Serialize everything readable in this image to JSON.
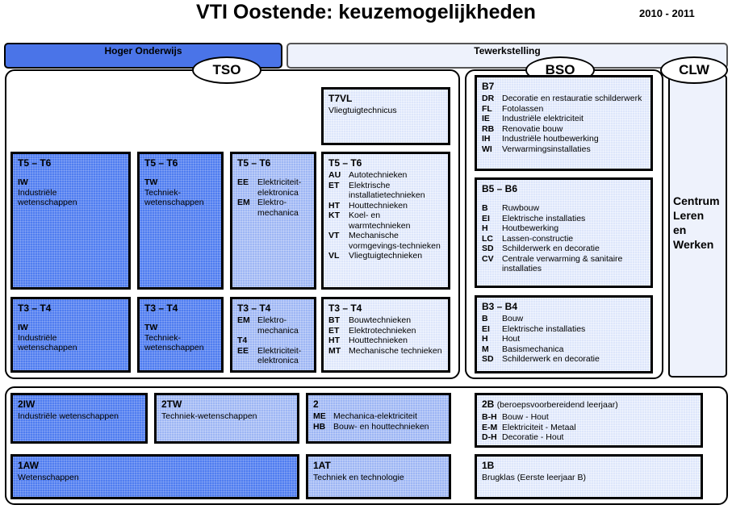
{
  "title": "VTI Oostende: keuzemogelijkheden",
  "year": "2010 - 2011",
  "banners": {
    "hoger_onderwijs": "Hoger Onderwijs",
    "tewerkstelling": "Tewerkstelling"
  },
  "ovals": {
    "tso": "TSO",
    "bso": "BSO",
    "clw": "CLW"
  },
  "clw": {
    "lines": [
      "Centrum",
      "Leren",
      "en",
      "Werken"
    ]
  },
  "colors": {
    "dark": "#4f7df0",
    "medium": "#9db6f4",
    "light": "#dde6fb"
  },
  "tso": {
    "t7vl": {
      "head": "T7VL",
      "text": "Vliegtuigtechnicus"
    },
    "t56_iw": {
      "head": "T5 – T6",
      "code": "IW",
      "desc": "Industriële wetenschappen"
    },
    "t56_tw": {
      "head": "T5 – T6",
      "code": "TW",
      "desc": "Techniek-wetenschappen"
    },
    "t56_ee": {
      "head": "T5 – T6",
      "items": [
        {
          "code": "EE",
          "desc": "Elektriciteit-elektronica"
        },
        {
          "code": "EM",
          "desc": "Elektro-mechanica"
        }
      ]
    },
    "t56_tech": {
      "head": "T5 – T6",
      "items": [
        {
          "code": "AU",
          "desc": "Autotechnieken"
        },
        {
          "code": "ET",
          "desc": "Elektrische installatietechnieken"
        },
        {
          "code": "HT",
          "desc": "Houttechnieken"
        },
        {
          "code": "KT",
          "desc": "Koel- en warmtechnieken"
        },
        {
          "code": "VT",
          "desc": "Mechanische vormgevings-technieken"
        },
        {
          "code": "VL",
          "desc": "Vliegtuigtechnieken"
        }
      ]
    },
    "t34_iw": {
      "head": "T3 – T4",
      "code": "IW",
      "desc": "Industriële wetenschappen"
    },
    "t34_tw": {
      "head": "T3 – T4",
      "code": "TW",
      "desc": "Techniek-wetenschappen"
    },
    "t34_em": {
      "head": "T3 – T4",
      "items": [
        {
          "code": "EM",
          "desc": "Elektro-mechanica"
        },
        {
          "code": "T4",
          "desc": ""
        },
        {
          "code": "EE",
          "desc": "Elektriciteit-elektronica"
        }
      ]
    },
    "t34_tech": {
      "head": "T3 – T4",
      "items": [
        {
          "code": "BT",
          "desc": "Bouwtechnieken"
        },
        {
          "code": "ET",
          "desc": "Elektrotechnieken"
        },
        {
          "code": "HT",
          "desc": "Houttechnieken"
        },
        {
          "code": "MT",
          "desc": "Mechanische technieken"
        }
      ]
    }
  },
  "bso": {
    "b7": {
      "head": "B7",
      "items": [
        {
          "code": "DR",
          "desc": "Decoratie en restauratie schilderwerk"
        },
        {
          "code": "FL",
          "desc": "Fotolassen"
        },
        {
          "code": "IE",
          "desc": "Industriële elektriciteit"
        },
        {
          "code": "RB",
          "desc": "Renovatie bouw"
        },
        {
          "code": "IH",
          "desc": "Industriële houtbewerking"
        },
        {
          "code": "WI",
          "desc": "Verwarmingsinstallaties"
        }
      ]
    },
    "b56": {
      "head": "B5 – B6",
      "items": [
        {
          "code": "B",
          "desc": "Ruwbouw"
        },
        {
          "code": "EI",
          "desc": "Elektrische installaties"
        },
        {
          "code": "H",
          "desc": "Houtbewerking"
        },
        {
          "code": "LC",
          "desc": "Lassen-constructie"
        },
        {
          "code": "SD",
          "desc": "Schilderwerk en decoratie"
        },
        {
          "code": "CV",
          "desc": "Centrale verwarming & sanitaire installaties"
        }
      ]
    },
    "b34": {
      "head": "B3 – B4",
      "items": [
        {
          "code": "B",
          "desc": "Bouw"
        },
        {
          "code": "EI",
          "desc": "Elektrische installaties"
        },
        {
          "code": "H",
          "desc": "Hout"
        },
        {
          "code": "M",
          "desc": "Basismechanica"
        },
        {
          "code": "SD",
          "desc": "Schilderwerk en decoratie"
        }
      ]
    }
  },
  "first_grade": {
    "iw2": {
      "head": "2IW",
      "text": "Industriële wetenschappen"
    },
    "tw2": {
      "head": "2TW",
      "text": "Techniek-wetenschappen"
    },
    "two": {
      "head": "2",
      "items": [
        {
          "code": "ME",
          "desc": "Mechanica-elektriciteit"
        },
        {
          "code": "HB",
          "desc": "Bouw- en houttechnieken"
        }
      ]
    },
    "b2": {
      "head": "2B",
      "sub": "(beroepsvoorbereidend leerjaar)",
      "items": [
        {
          "code": "B-H",
          "desc": "Bouw - Hout"
        },
        {
          "code": "E-M",
          "desc": "Elektriciteit - Metaal"
        },
        {
          "code": "D-H",
          "desc": "Decoratie - Hout"
        }
      ]
    },
    "aw1": {
      "head": "1AW",
      "text": "Wetenschappen"
    },
    "at1": {
      "head": "1AT",
      "text": "Techniek en technologie"
    },
    "b1": {
      "head": "1B",
      "text": "Brugklas (Eerste leerjaar B)"
    }
  }
}
